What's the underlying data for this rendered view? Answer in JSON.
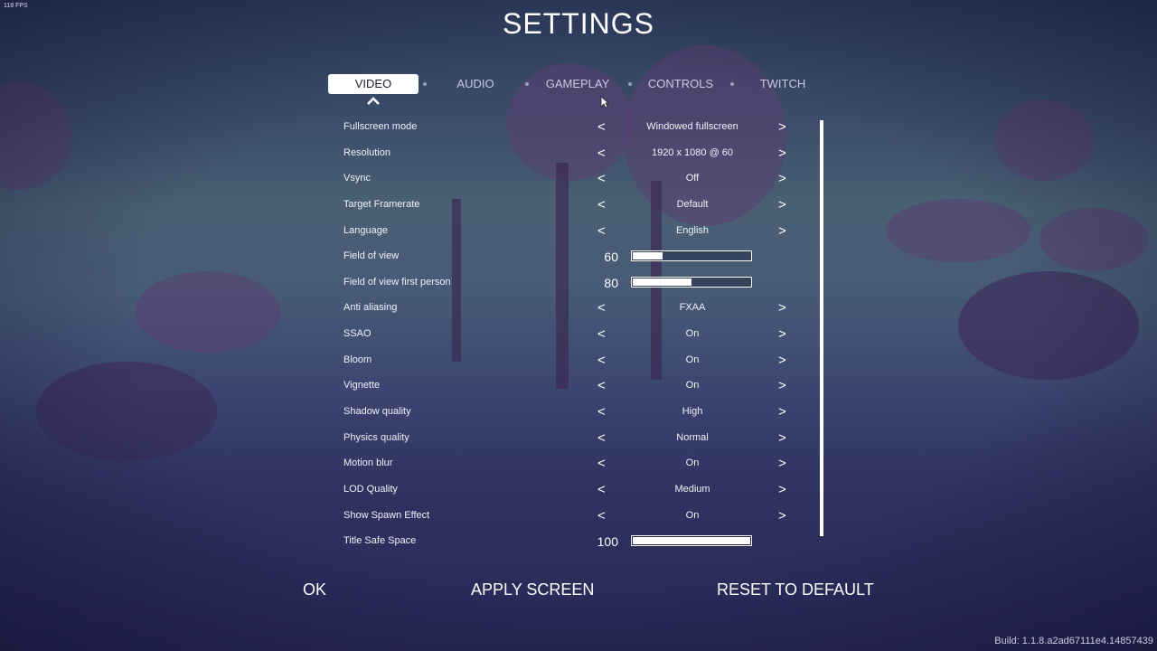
{
  "fps": "118 FPS",
  "title": "SETTINGS",
  "tabs": [
    {
      "label": "VIDEO",
      "active": true
    },
    {
      "label": "AUDIO",
      "active": false
    },
    {
      "label": "GAMEPLAY",
      "active": false
    },
    {
      "label": "CONTROLS",
      "active": false
    },
    {
      "label": "TWITCH",
      "active": false
    }
  ],
  "arrows": {
    "left": "<",
    "right": ">"
  },
  "settings": [
    {
      "label": "Fullscreen mode",
      "type": "option",
      "value": "Windowed fullscreen"
    },
    {
      "label": "Resolution",
      "type": "option",
      "value": "1920 x 1080 @ 60"
    },
    {
      "label": "Vsync",
      "type": "option",
      "value": "Off"
    },
    {
      "label": "Target Framerate",
      "type": "option",
      "value": "Default"
    },
    {
      "label": "Language",
      "type": "option",
      "value": "English"
    },
    {
      "label": "Field of view",
      "type": "slider",
      "value": "60",
      "fraction": 0.25
    },
    {
      "label": "Field of view first person",
      "type": "slider",
      "value": "80",
      "fraction": 0.5
    },
    {
      "label": "Anti aliasing",
      "type": "option",
      "value": "FXAA"
    },
    {
      "label": "SSAO",
      "type": "option",
      "value": "On"
    },
    {
      "label": "Bloom",
      "type": "option",
      "value": "On"
    },
    {
      "label": "Vignette",
      "type": "option",
      "value": "On"
    },
    {
      "label": "Shadow quality",
      "type": "option",
      "value": "High"
    },
    {
      "label": "Physics quality",
      "type": "option",
      "value": "Normal"
    },
    {
      "label": "Motion blur",
      "type": "option",
      "value": "On"
    },
    {
      "label": "LOD Quality",
      "type": "option",
      "value": "Medium"
    },
    {
      "label": "Show Spawn Effect",
      "type": "option",
      "value": "On"
    },
    {
      "label": "Title Safe Space",
      "type": "slider",
      "value": "100",
      "fraction": 1.0
    }
  ],
  "buttons": {
    "ok": "OK",
    "apply": "APPLY SCREEN",
    "reset": "RESET TO DEFAULT"
  },
  "build": "Build: 1.1.8.a2ad67111e4.14857439"
}
